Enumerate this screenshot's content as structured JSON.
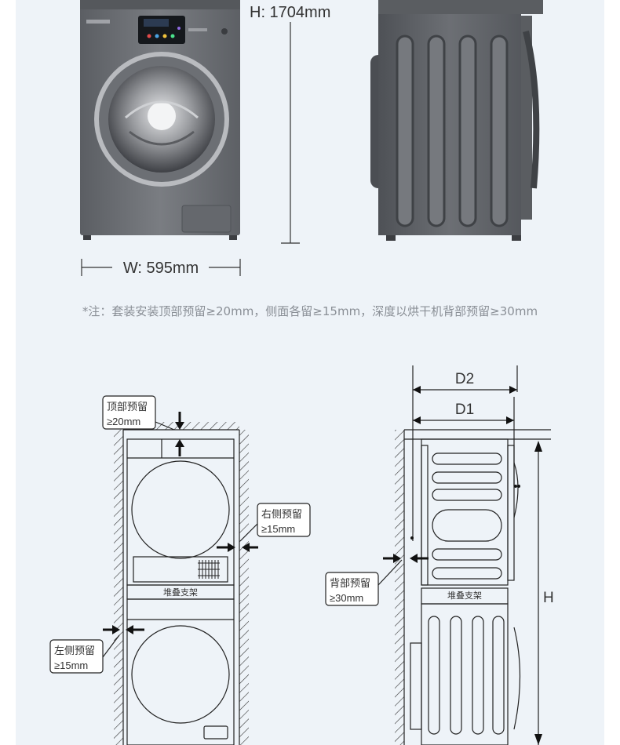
{
  "dimensions": {
    "height_label": "H: 1704mm",
    "width_label": "W: 595mm"
  },
  "note": "*注：套装安装顶部预留≥20mm，侧面各留≥15mm，深度以烘干机背部预留≥30mm",
  "front_diagram": {
    "top_clearance": [
      "顶部预留",
      "≥20mm"
    ],
    "right_clearance": [
      "右侧预留",
      "≥15mm"
    ],
    "left_clearance": [
      "左侧预留",
      "≥15mm"
    ],
    "stack_bracket": "堆叠支架"
  },
  "side_diagram": {
    "d2": "D2",
    "d1": "D1",
    "h": "H",
    "back_clearance": [
      "背部预留",
      "≥30mm"
    ],
    "stack_bracket": "堆叠支架"
  },
  "colors": {
    "panel_bg": "#eef3f8",
    "machine_body": "#6f7277",
    "line": "#222222"
  }
}
